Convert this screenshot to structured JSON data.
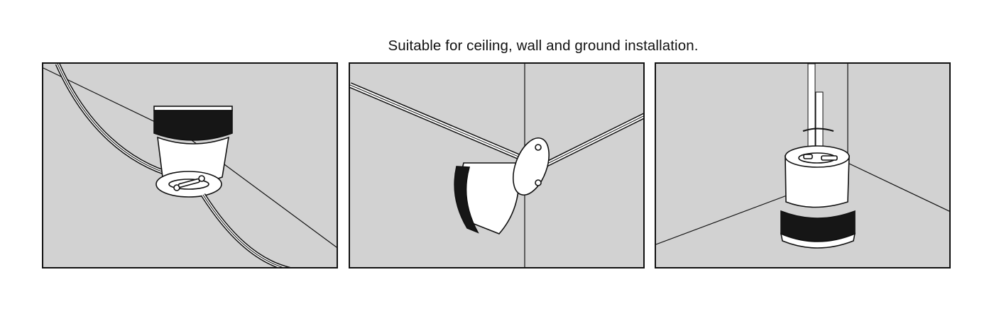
{
  "caption": "Suitable for ceiling, wall and ground installation.",
  "colors": {
    "background": "#d2d2d2",
    "line": "#111111",
    "fixture_body": "#ffffff",
    "fixture_ring": "#161616"
  },
  "panels": [
    {
      "id": "ceiling",
      "icon": "ceiling-mounted-fixture"
    },
    {
      "id": "wall",
      "icon": "wall-mounted-fixture"
    },
    {
      "id": "ground",
      "icon": "ground-mounted-fixture"
    }
  ]
}
